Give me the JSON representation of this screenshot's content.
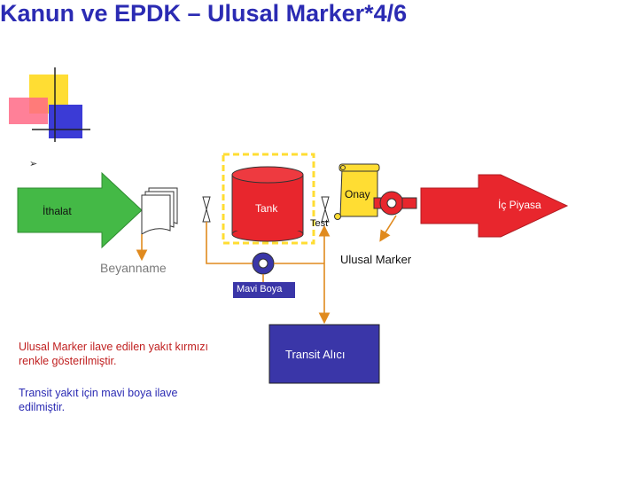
{
  "title": "Kanun ve EPDK – Ulusal Marker*4/6",
  "bullet_symbol": "➢",
  "diagram": {
    "ithalat": "İthalat",
    "tank": "Tank",
    "onay": "Onay",
    "test": "Test",
    "ic_piyasa": "İç Piyasa",
    "beyanname": "Beyanname",
    "ulusal_marker": "Ulusal Marker",
    "mavi_boya": "Mavi Boya",
    "transit_alici": "Transit Alıcı"
  },
  "notes": {
    "red_note": "Ulusal Marker ilave edilen yakıt kırmızı renkle gösterilmiştir.",
    "blue_note": "Transit yakıt için mavi boya ilave edilmiştir."
  },
  "colors": {
    "title": "#2b2bb3",
    "arrow_green": "#44b946",
    "yellow": "#ffdd33",
    "red": "#e8262d",
    "blue_box": "#3a36a8",
    "flow_line": "#e08a1e",
    "note_red": "#c02020",
    "note_blue": "#2b2bb3"
  }
}
